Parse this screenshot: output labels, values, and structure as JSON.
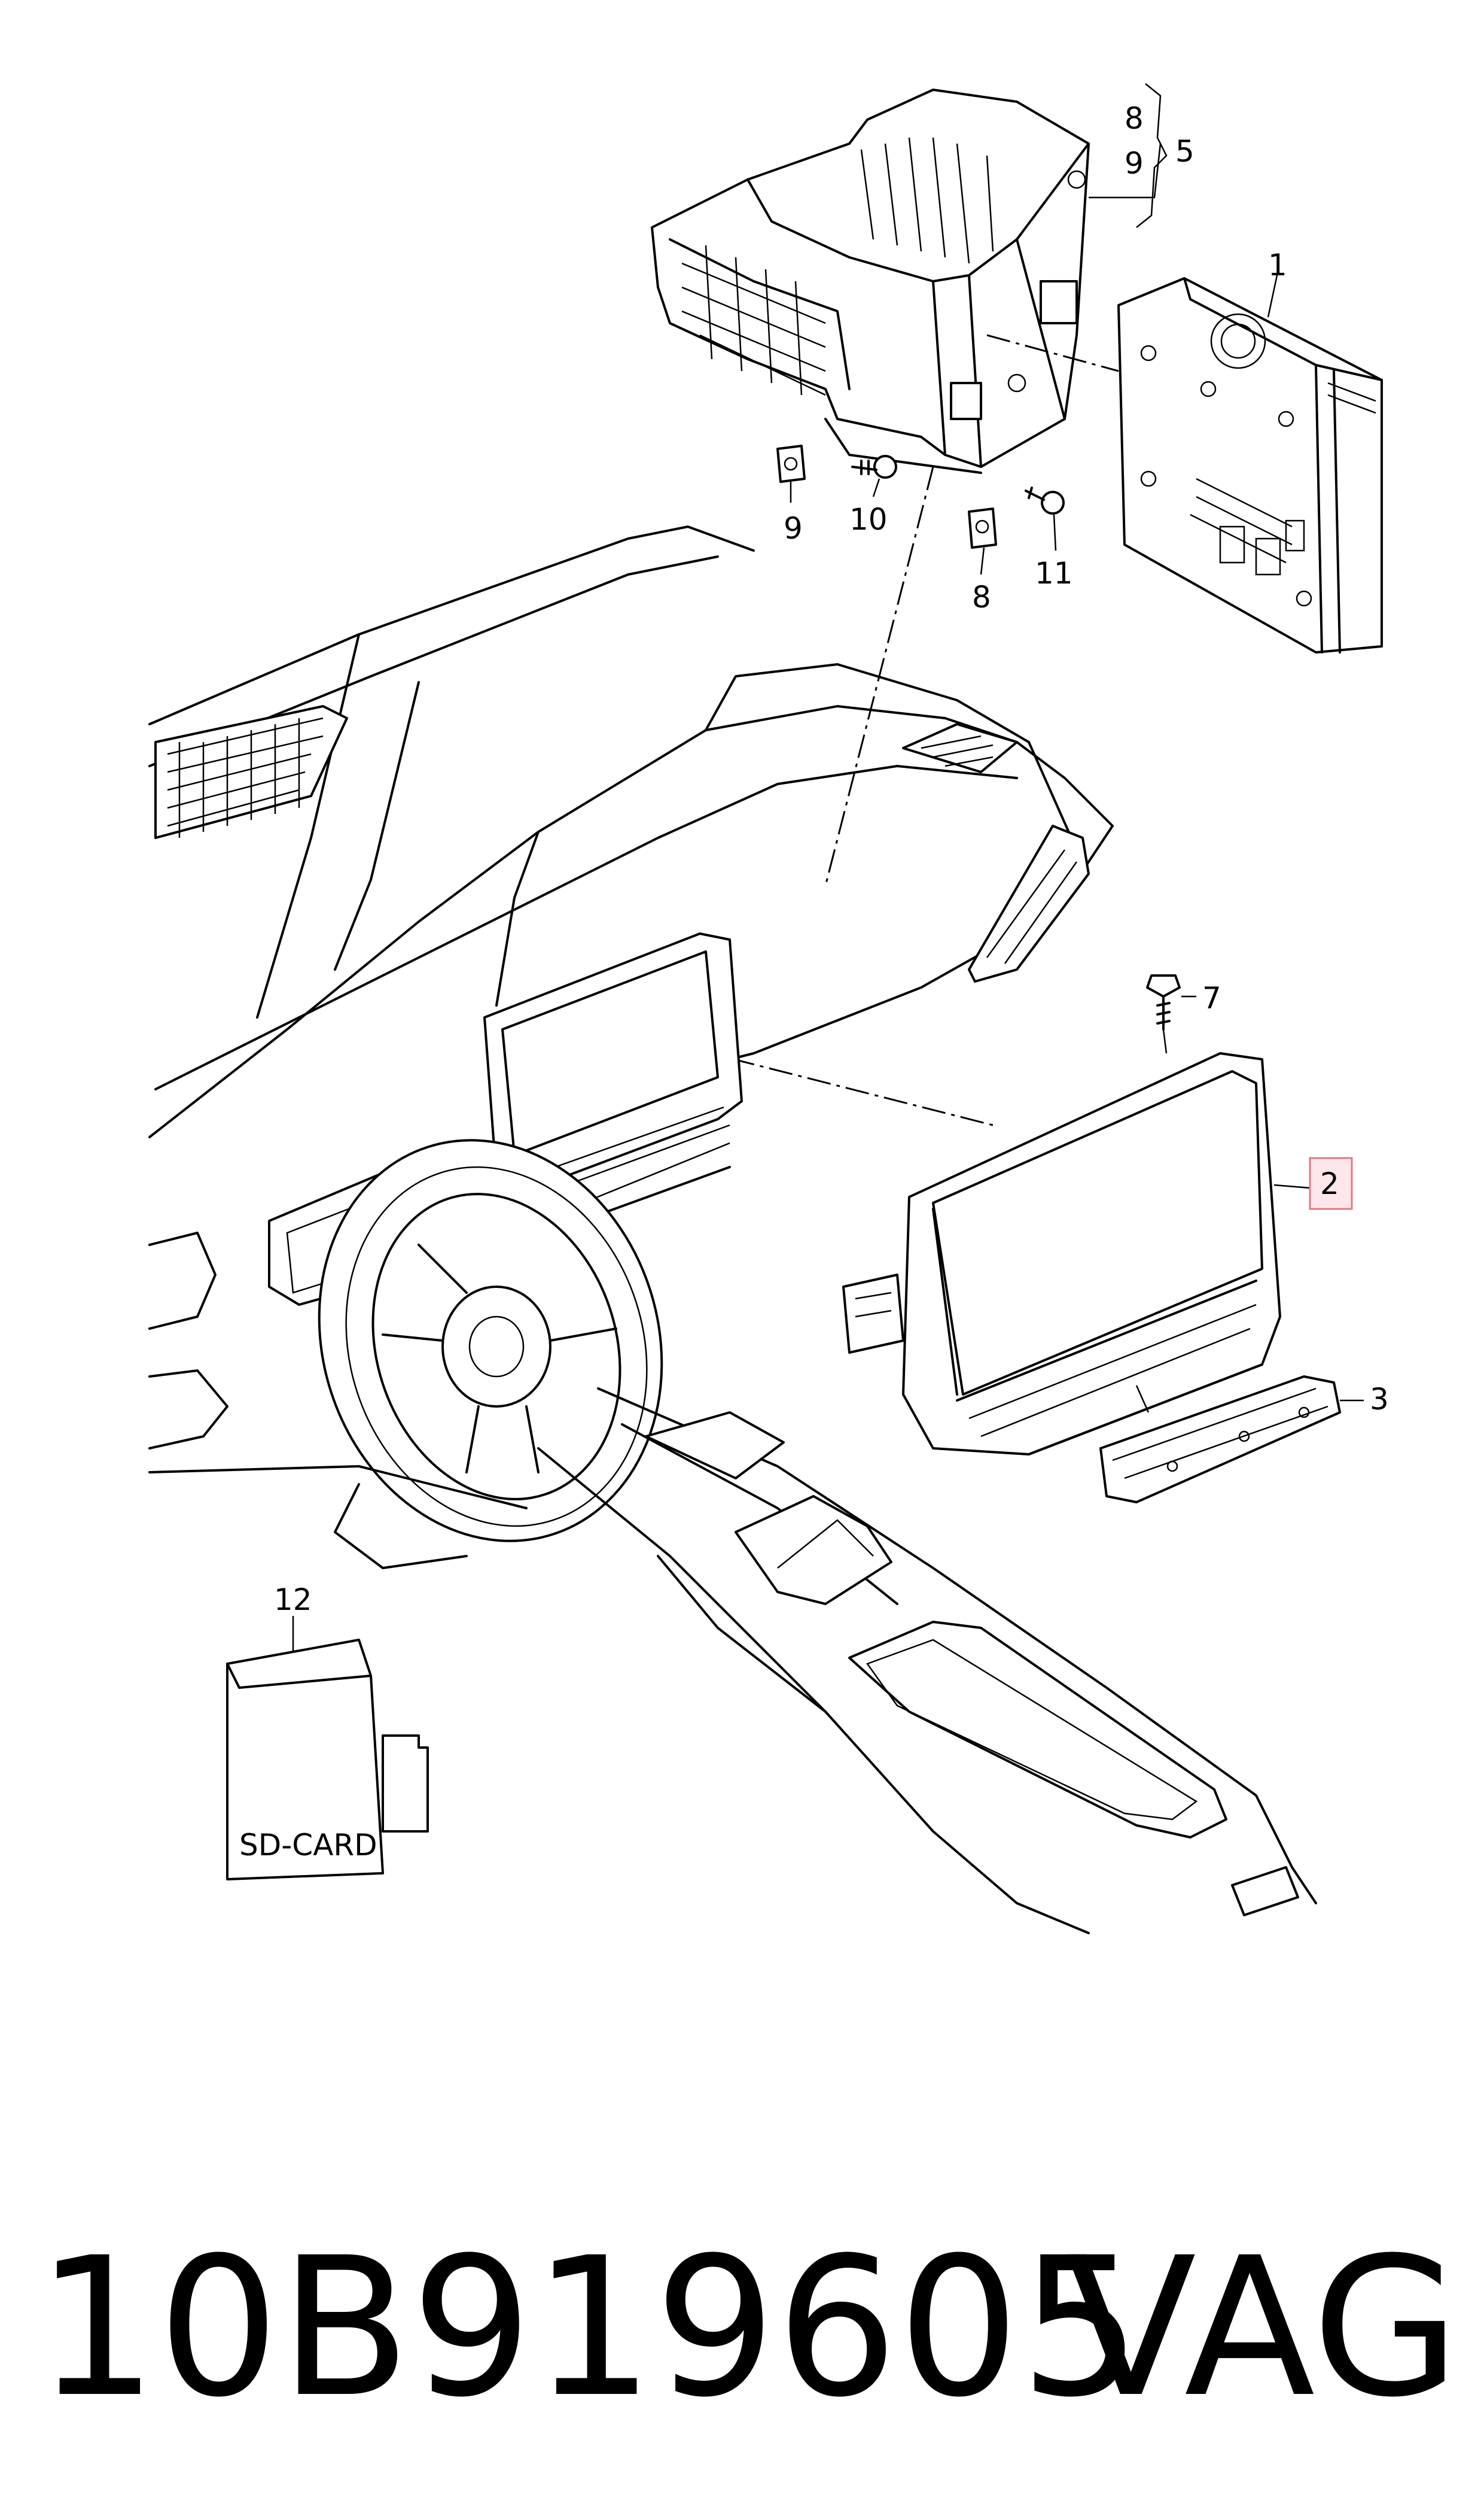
{
  "callouts": {
    "c1": "1",
    "c2": "2",
    "c3": "3",
    "c5": "5",
    "c7": "7",
    "c8_top": "8",
    "c9_top": "9",
    "c8": "8",
    "c9": "9",
    "c10": "10",
    "c11": "11",
    "c12": "12"
  },
  "sd_card_label": "SD-CARD",
  "highlighted_callout": "2",
  "caption": {
    "part_number": "10B919605",
    "brand": "VAG"
  }
}
